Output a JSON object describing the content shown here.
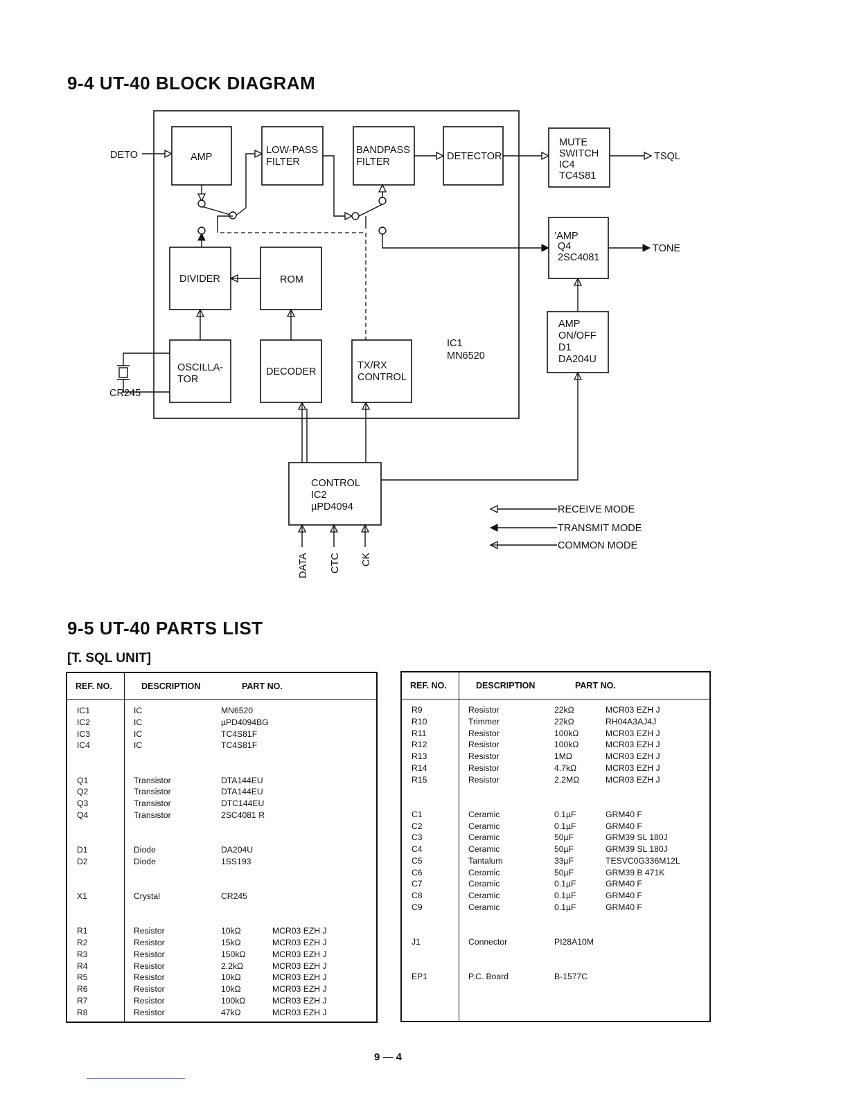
{
  "headings": {
    "block_diagram": "9-4  UT-40 BLOCK DIAGRAM",
    "parts_list": "9-5  UT-40 PARTS LIST",
    "unit": "[T. SQL  UNIT]"
  },
  "diagram": {
    "blocks": {
      "amp": [
        "AMP"
      ],
      "lowpass": [
        "LOW-PASS",
        "FILTER"
      ],
      "bandpass": [
        "BANDPASS",
        "FILTER"
      ],
      "detector": [
        "DETECTOR"
      ],
      "divider": [
        "DIVIDER"
      ],
      "rom": [
        "ROM"
      ],
      "oscillator": [
        "OSCILLA-",
        "TOR"
      ],
      "decoder": [
        "DECODER"
      ],
      "txrx": [
        "TX/RX",
        "CONTROL"
      ],
      "ic1": [
        "IC1",
        "MN6520"
      ],
      "mute": [
        "MUTE",
        "SWITCH",
        "IC4",
        "TC4S81"
      ],
      "amp_q4": [
        "’AMP",
        "Q4",
        "2SC4081"
      ],
      "amp_onoff": [
        "AMP",
        "ON/OFF",
        "D1",
        "DA204U"
      ],
      "control": [
        "CONTROL",
        "IC2",
        "µPD4094"
      ]
    },
    "signals": {
      "deto": "DETO",
      "tsql": "TSQL",
      "tone": "TONE",
      "crystal": "CR245",
      "data": "DATA",
      "ctc": "CTC",
      "ck": "CK"
    },
    "legend": {
      "receive": "RECEIVE  MODE",
      "transmit": "TRANSMIT MODE",
      "common": "COMMON MODE"
    }
  },
  "parts_table_headers": {
    "ref": "REF. NO.",
    "desc": "DESCRIPTION",
    "part": "PART NO."
  },
  "parts_left": [
    {
      "ref": "IC1",
      "desc": "IC",
      "part": "MN6520",
      "code": ""
    },
    {
      "ref": "IC2",
      "desc": "IC",
      "part": "µPD4094BG",
      "code": ""
    },
    {
      "ref": "IC3",
      "desc": "IC",
      "part": "TC4S81F",
      "code": ""
    },
    {
      "ref": "IC4",
      "desc": "IC",
      "part": "TC4S81F",
      "code": ""
    },
    null,
    null,
    {
      "ref": "Q1",
      "desc": "Transistor",
      "part": "DTA144EU",
      "code": ""
    },
    {
      "ref": "Q2",
      "desc": "Transistor",
      "part": "DTA144EU",
      "code": ""
    },
    {
      "ref": "Q3",
      "desc": "Transistor",
      "part": "DTC144EU",
      "code": ""
    },
    {
      "ref": "Q4",
      "desc": "Transistor",
      "part": "2SC4081  R",
      "code": ""
    },
    null,
    null,
    {
      "ref": "D1",
      "desc": "Diode",
      "part": "DA204U",
      "code": ""
    },
    {
      "ref": "D2",
      "desc": "Diode",
      "part": "1SS193",
      "code": ""
    },
    null,
    null,
    {
      "ref": "X1",
      "desc": "Crystal",
      "part": "CR245",
      "code": ""
    },
    null,
    null,
    {
      "ref": "R1",
      "desc": "Resistor",
      "part": "10kΩ",
      "code": "MCR03  EZH  J"
    },
    {
      "ref": "R2",
      "desc": "Resistor",
      "part": "15kΩ",
      "code": "MCR03  EZH  J"
    },
    {
      "ref": "R3",
      "desc": "Resistor",
      "part": "150kΩ",
      "code": "MCR03  EZH  J"
    },
    {
      "ref": "R4",
      "desc": "Resistor",
      "part": "2.2kΩ",
      "code": "MCR03  EZH  J"
    },
    {
      "ref": "R5",
      "desc": "Resistor",
      "part": "10kΩ",
      "code": "MCR03  EZH  J"
    },
    {
      "ref": "R6",
      "desc": "Resistor",
      "part": "10kΩ",
      "code": "MCR03  EZH  J"
    },
    {
      "ref": "R7",
      "desc": "Resistor",
      "part": "100kΩ",
      "code": "MCR03  EZH  J"
    },
    {
      "ref": "R8",
      "desc": "Resistor",
      "part": "47kΩ",
      "code": "MCR03  EZH  J"
    }
  ],
  "parts_right": [
    {
      "ref": "R9",
      "desc": "Resistor",
      "part": "22kΩ",
      "code": "MCR03  EZH  J"
    },
    {
      "ref": "R10",
      "desc": "Trimmer",
      "part": "22kΩ",
      "code": "RH04A3AJ4J"
    },
    {
      "ref": "R11",
      "desc": "Resistor",
      "part": "100kΩ",
      "code": "MCR03  EZH  J"
    },
    {
      "ref": "R12",
      "desc": "Resistor",
      "part": "100kΩ",
      "code": "MCR03  EZH  J"
    },
    {
      "ref": "R13",
      "desc": "Resistor",
      "part": "1MΩ",
      "code": "MCR03  EZH  J"
    },
    {
      "ref": "R14",
      "desc": "Resistor",
      "part": "4.7kΩ",
      "code": "MCR03  EZH  J"
    },
    {
      "ref": "R15",
      "desc": "Resistor",
      "part": "2.2MΩ",
      "code": "MCR03  EZH  J"
    },
    null,
    null,
    {
      "ref": "C1",
      "desc": "Ceramic",
      "part": "0.1µF",
      "code": "GRM40  F"
    },
    {
      "ref": "C2",
      "desc": "Ceramic",
      "part": "0.1µF",
      "code": "GRM40  F"
    },
    {
      "ref": "C3",
      "desc": "Ceramic",
      "part": "50µF",
      "code": "GRM39  SL  180J"
    },
    {
      "ref": "C4",
      "desc": "Ceramic",
      "part": "50µF",
      "code": "GRM39  SL  180J"
    },
    {
      "ref": "C5",
      "desc": "Tantalum",
      "part": "33µF",
      "code": "TESVC0G336M12L"
    },
    {
      "ref": "C6",
      "desc": "Ceramic",
      "part": "50µF",
      "code": "GRM39  B  471K"
    },
    {
      "ref": "C7",
      "desc": "Ceramic",
      "part": "0.1µF",
      "code": "GRM40  F"
    },
    {
      "ref": "C8",
      "desc": "Ceramic",
      "part": "0.1µF",
      "code": "GRM40  F"
    },
    {
      "ref": "C9",
      "desc": "Ceramic",
      "part": "0.1µF",
      "code": "GRM40  F"
    },
    null,
    null,
    {
      "ref": "J1",
      "desc": "Connector",
      "part": "PI28A10M",
      "code": ""
    },
    null,
    null,
    {
      "ref": "EP1",
      "desc": "P.C. Board",
      "part": "B-1577C",
      "code": ""
    }
  ],
  "page_number": "9 — 4"
}
